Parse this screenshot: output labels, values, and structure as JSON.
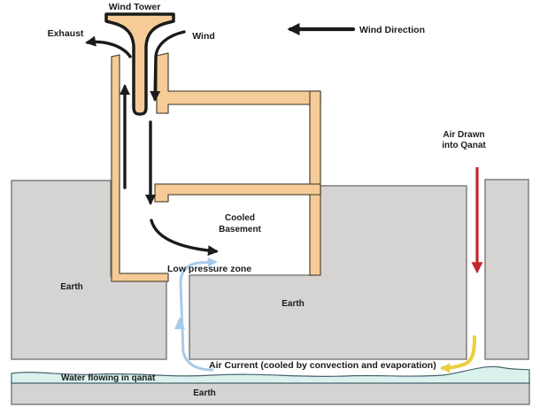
{
  "labels": {
    "wind_tower": "Wind Tower",
    "exhaust": "Exhaust",
    "wind": "Wind",
    "wind_direction": "Wind Direction",
    "air_drawn_1": "Air Drawn",
    "air_drawn_2": "into Qanat",
    "cooled_1": "Cooled",
    "cooled_2": "Basement",
    "low_pressure": "Low pressure zone",
    "earth_left": "Earth",
    "earth_center": "Earth",
    "earth_bottom": "Earth",
    "air_current": "Air Current (cooled by convection and evaporation)",
    "water_qanat": "Water flowing in qanat"
  },
  "colors": {
    "background": "#ffffff",
    "ink": "#1b1b1b",
    "tan": "#f5cb97",
    "tan_outline": "#5c5040",
    "earth_gray": "#d5d4d2",
    "earth_border": "#7e7e7e",
    "water_fill": "#d9f2ee",
    "water_border": "#46626c",
    "arrow_red": "#c1272d",
    "arrow_yellow": "#eccf3e",
    "arrow_blue": "#a8cbe9"
  }
}
